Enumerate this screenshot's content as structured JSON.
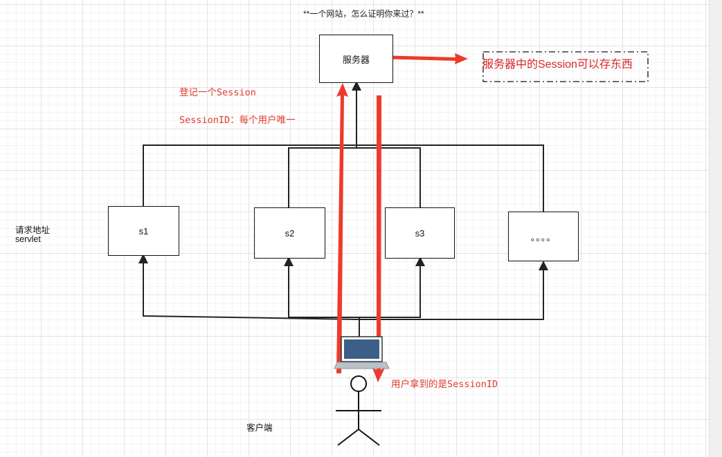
{
  "title": "**一个网站，怎么证明你来过？**",
  "server": {
    "label": "服务器"
  },
  "session_note": "服务器中的Session可以存东西",
  "register_session": "登记一个Session",
  "session_id_note": "SessionID：每个用户唯一",
  "user_gets": "用户拿到的是SessionID",
  "left_label": {
    "line1": "请求地址",
    "line2": "servlet"
  },
  "servlets": [
    {
      "label": "s1"
    },
    {
      "label": "s2"
    },
    {
      "label": "s3"
    },
    {
      "label": "。。。。"
    }
  ],
  "client_label": "客户端",
  "colors": {
    "arrow_red": "#ee3a2a",
    "line": "#222222",
    "laptop_screen": "#3b5f86"
  }
}
